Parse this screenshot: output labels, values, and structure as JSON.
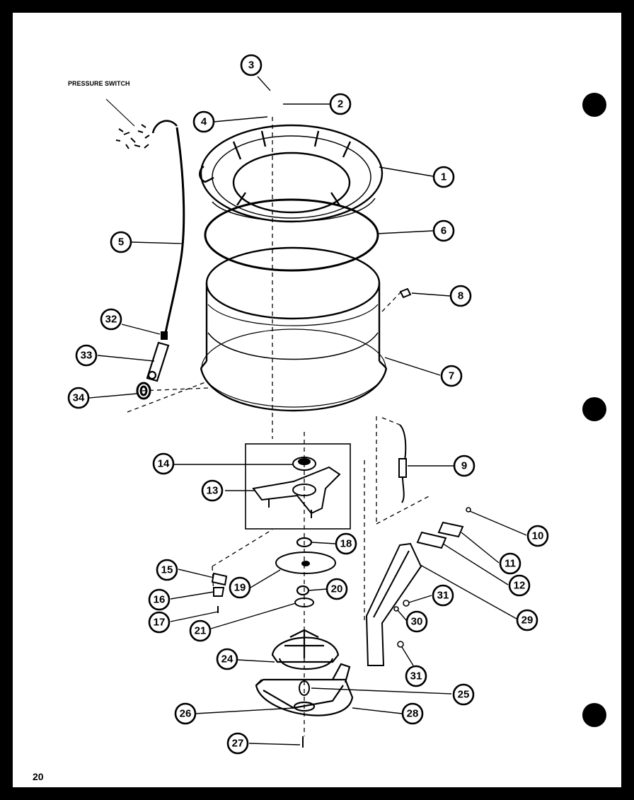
{
  "page": {
    "label_pressure_switch": "PRESSURE SWITCH",
    "page_number": "20"
  },
  "callouts": [
    "1",
    "2",
    "3",
    "4",
    "5",
    "6",
    "7",
    "8",
    "9",
    "10",
    "11",
    "12",
    "13",
    "14",
    "15",
    "16",
    "17",
    "18",
    "19",
    "20",
    "21",
    "24",
    "25",
    "26",
    "27",
    "28",
    "29",
    "30",
    "31",
    "32",
    "33",
    "34"
  ]
}
